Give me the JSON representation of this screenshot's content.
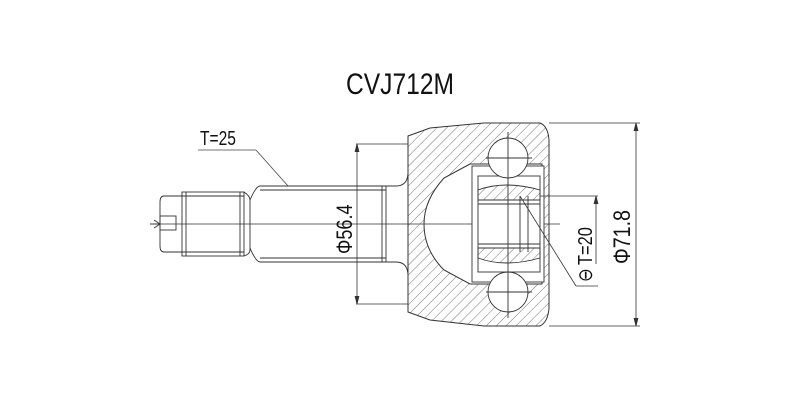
{
  "title": "CVJ712M",
  "annotations": {
    "spline_teeth_outer": "T=25",
    "outer_diameter_shaft_side": "Φ56.4",
    "inner_spline_teeth": "T=20",
    "inner_symbol": "⊖",
    "outer_diameter_bell": "Φ71.8"
  },
  "colors": {
    "line": "#222222",
    "hatch": "#555555",
    "background": "#ffffff"
  }
}
